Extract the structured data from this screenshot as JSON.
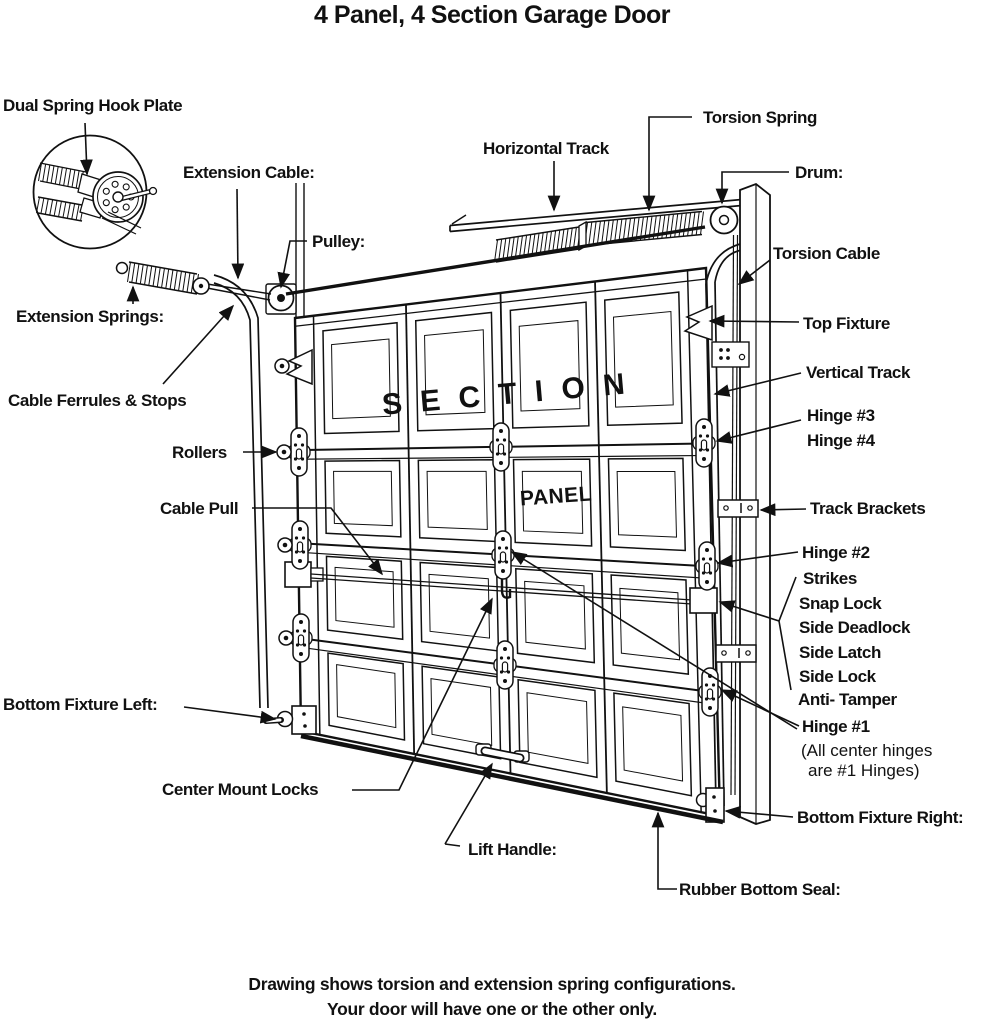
{
  "title": "4 Panel, 4 Section Garage Door",
  "door_text": {
    "section": "S E C T I O N",
    "panel": "PANEL"
  },
  "labels": {
    "dual_spring_hook_plate": "Dual Spring Hook Plate",
    "extension_cable": "Extension Cable:",
    "horizontal_track": "Horizontal Track",
    "torsion_spring": "Torsion Spring",
    "drum": "Drum:",
    "pulley": "Pulley:",
    "torsion_cable": "Torsion Cable",
    "extension_springs": "Extension Springs:",
    "top_fixture": "Top Fixture",
    "vertical_track": "Vertical Track",
    "cable_ferrules": "Cable Ferrules & Stops",
    "hinge_3": "Hinge #3",
    "hinge_4": "Hinge #4",
    "rollers": "Rollers",
    "cable_pull": "Cable Pull",
    "track_brackets": "Track Brackets",
    "hinge_2": "Hinge #2",
    "strikes": "Strikes",
    "snap_lock": "Snap Lock",
    "side_deadlock": "Side Deadlock",
    "side_latch": "Side Latch",
    "side_lock": "Side Lock",
    "anti_tamper": "Anti- Tamper",
    "hinge_1": "Hinge #1",
    "hinge_1_note_1": "(All center hinges",
    "hinge_1_note_2": "are #1 Hinges)",
    "bottom_fixture_left": "Bottom Fixture Left:",
    "center_mount_locks": "Center Mount Locks",
    "lift_handle": "Lift Handle:",
    "bottom_fixture_right": "Bottom Fixture Right:",
    "rubber_bottom_seal": "Rubber Bottom Seal:"
  },
  "footer": {
    "line1": "Drawing shows torsion and extension spring configurations.",
    "line2": "Your door will have one or the other only."
  },
  "colors": {
    "ink": "#111111",
    "paper": "#ffffff"
  }
}
